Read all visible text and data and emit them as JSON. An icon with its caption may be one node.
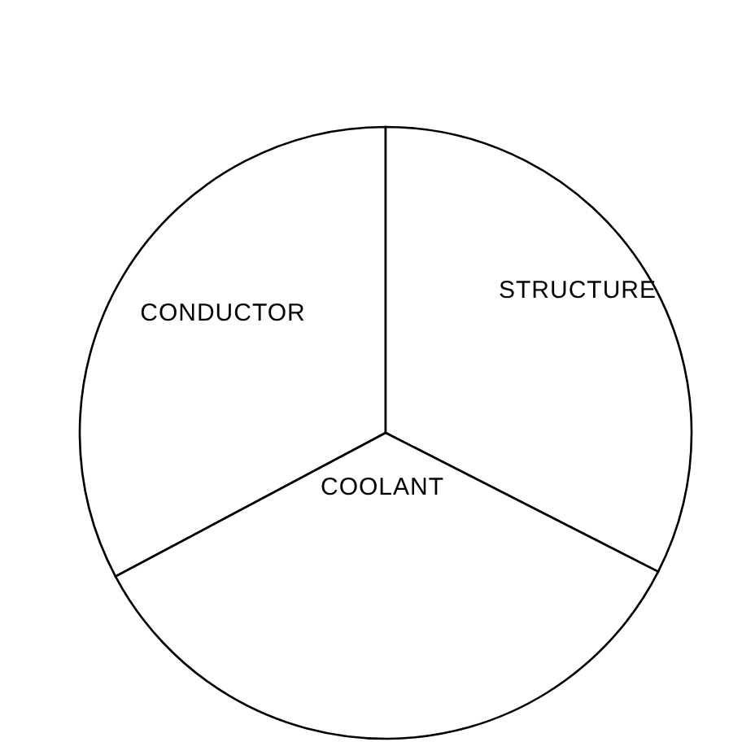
{
  "diagram": {
    "nodes": [
      {
        "text": [
          "CONDUCTOR"
        ]
      },
      {
        "text": [
          "STRUCTURE"
        ]
      },
      {
        "text": [
          "COOLANT"
        ]
      }
    ]
  }
}
